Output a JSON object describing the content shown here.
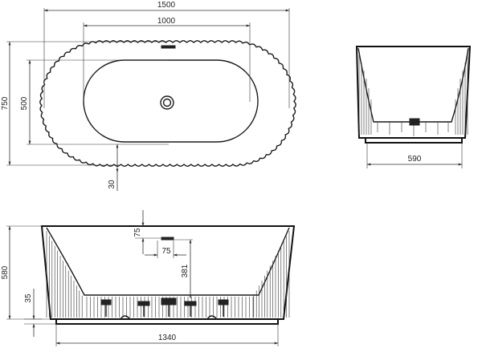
{
  "dimensions": {
    "top_total_length": "1500",
    "top_inner_length": "1000",
    "top_total_width": "750",
    "top_inner_width": "500",
    "top_rim_offset": "30",
    "end_width": "590",
    "side_drain_height": "75",
    "side_drain_offset": "75",
    "side_drain_depth": "381",
    "side_total_height": "580",
    "side_base_height": "35",
    "side_base_length": "1340"
  },
  "colors": {
    "line": "#1a1a1a",
    "background": "#ffffff"
  }
}
